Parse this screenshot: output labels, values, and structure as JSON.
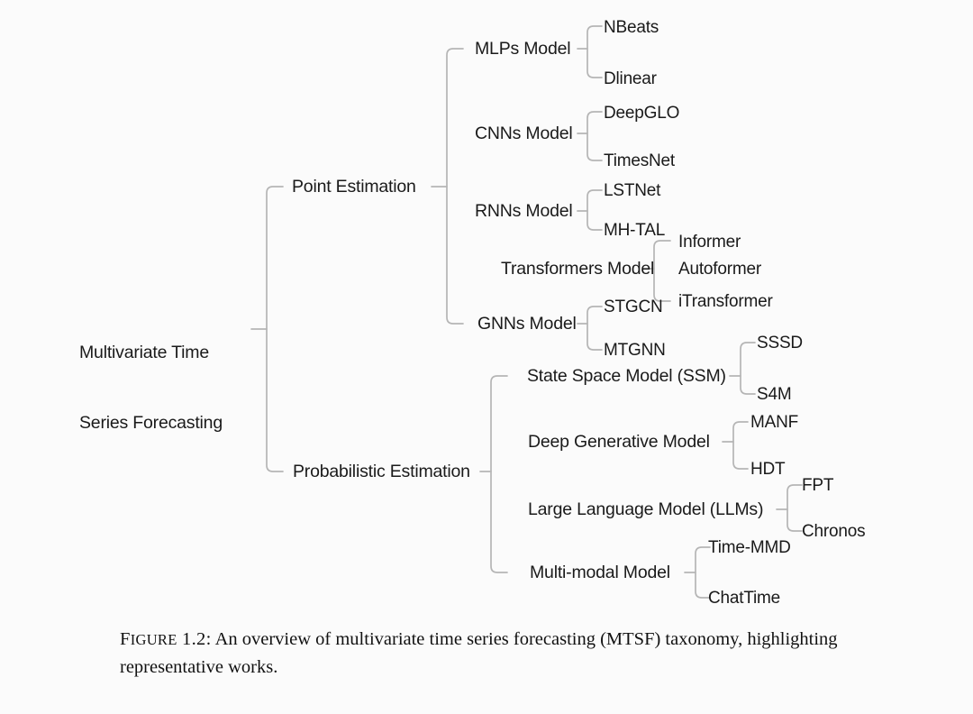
{
  "figure": {
    "caption_label": "Figure 1.2:",
    "caption_text": "An overview of multivariate time series forecasting (MTSF) taxonomy, highlighting representative works.",
    "background_color": "#fbfbfb",
    "line_color": "#b5b5b5",
    "text_color": "#1a1a1a"
  },
  "tree": {
    "root": {
      "label_line1": "Multivariate Time",
      "label_line2": "Series Forecasting"
    },
    "level1": [
      {
        "label": "Point Estimation"
      },
      {
        "label": "Probabilistic Estimation"
      }
    ],
    "level2": [
      {
        "label": "MLPs Model"
      },
      {
        "label": "CNNs Model"
      },
      {
        "label": "RNNs Model"
      },
      {
        "label": "Transformers Model"
      },
      {
        "label": "GNNs Model"
      },
      {
        "label": "State Space Model (SSM)"
      },
      {
        "label": "Deep Generative Model"
      },
      {
        "label": "Large Language Model (LLMs)"
      },
      {
        "label": "Multi-modal Model"
      }
    ],
    "leaves": [
      {
        "label": "NBeats"
      },
      {
        "label": "Dlinear"
      },
      {
        "label": "DeepGLO"
      },
      {
        "label": "TimesNet"
      },
      {
        "label": "LSTNet"
      },
      {
        "label": "MH-TAL"
      },
      {
        "label": "Informer"
      },
      {
        "label": "Autoformer"
      },
      {
        "label": "iTransformer"
      },
      {
        "label": "STGCN"
      },
      {
        "label": "MTGNN"
      },
      {
        "label": "SSSD"
      },
      {
        "label": "S4M"
      },
      {
        "label": "MANF"
      },
      {
        "label": "HDT"
      },
      {
        "label": "FPT"
      },
      {
        "label": "Chronos"
      },
      {
        "label": "Time-MMD"
      },
      {
        "label": "ChatTime"
      }
    ]
  }
}
